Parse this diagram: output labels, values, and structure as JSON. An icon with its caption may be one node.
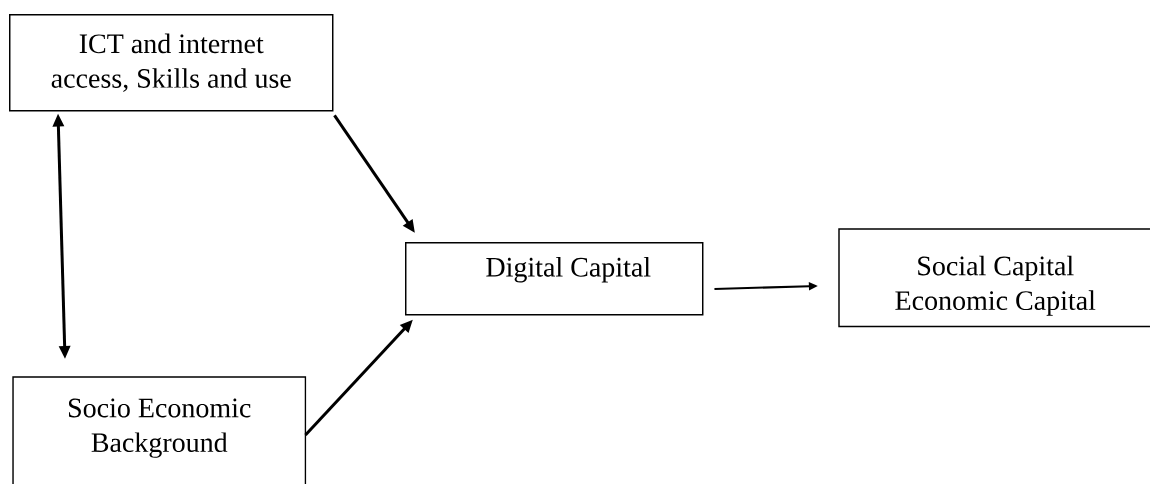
{
  "diagram": {
    "nodes": [
      {
        "text": [
          "ICT and internet access, Skills and use"
        ]
      },
      {
        "text": [
          "Socio Economic Background"
        ]
      },
      {
        "text": [
          "Digital Capital"
        ]
      },
      {
        "text": [
          "Social Capital Economic Capital"
        ]
      }
    ],
    "edges": [
      {
        "from": 0,
        "to": 1,
        "arrow": "both"
      },
      {
        "from": 0,
        "to": 2,
        "arrow": "to"
      },
      {
        "from": 1,
        "to": 2,
        "arrow": "to"
      },
      {
        "from": 2,
        "to": 3,
        "arrow": "to"
      }
    ]
  }
}
